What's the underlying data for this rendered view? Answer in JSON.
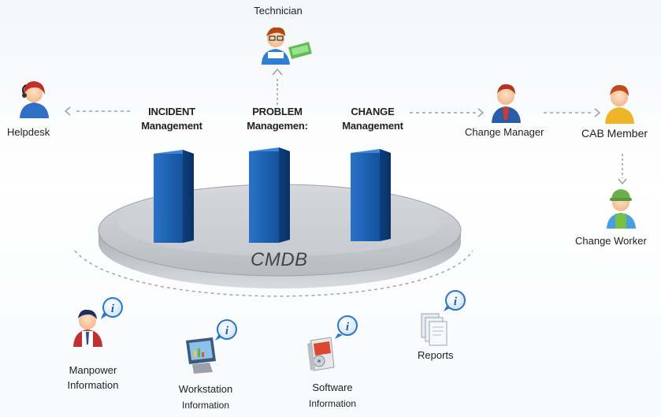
{
  "center": {
    "cmdb_label": "CMDB"
  },
  "modules": [
    {
      "line1": "INCIDENT",
      "line2": "Management"
    },
    {
      "line1": "PROBLEM",
      "line2": "Managemen:"
    },
    {
      "line1": "CHANGE",
      "line2": "Management"
    }
  ],
  "people": {
    "technician": "Technician",
    "helpdesk": "Helpdesk",
    "change_manager": "Change Manager",
    "cab_member": "CAB Member",
    "change_worker": "Change Worker"
  },
  "info_sources": {
    "manpower": {
      "line1": "Manpower",
      "line2": "Information"
    },
    "workstation": {
      "line1": "Workstation",
      "line2": "Information"
    },
    "software": {
      "line1": "Software",
      "line2": "Information"
    },
    "reports": {
      "line1": "Reports"
    }
  },
  "colors": {
    "pillar_blue": "#1c5fb0",
    "disc_gray": "#c9cdd2",
    "arrow_gray": "#9aa0a6",
    "info_badge_blue": "#2b78c4"
  },
  "icons": {
    "person": "person-icon",
    "info": "info-badge-icon",
    "workstation": "monitor-icon",
    "software": "software-box-icon",
    "reports": "documents-icon"
  }
}
